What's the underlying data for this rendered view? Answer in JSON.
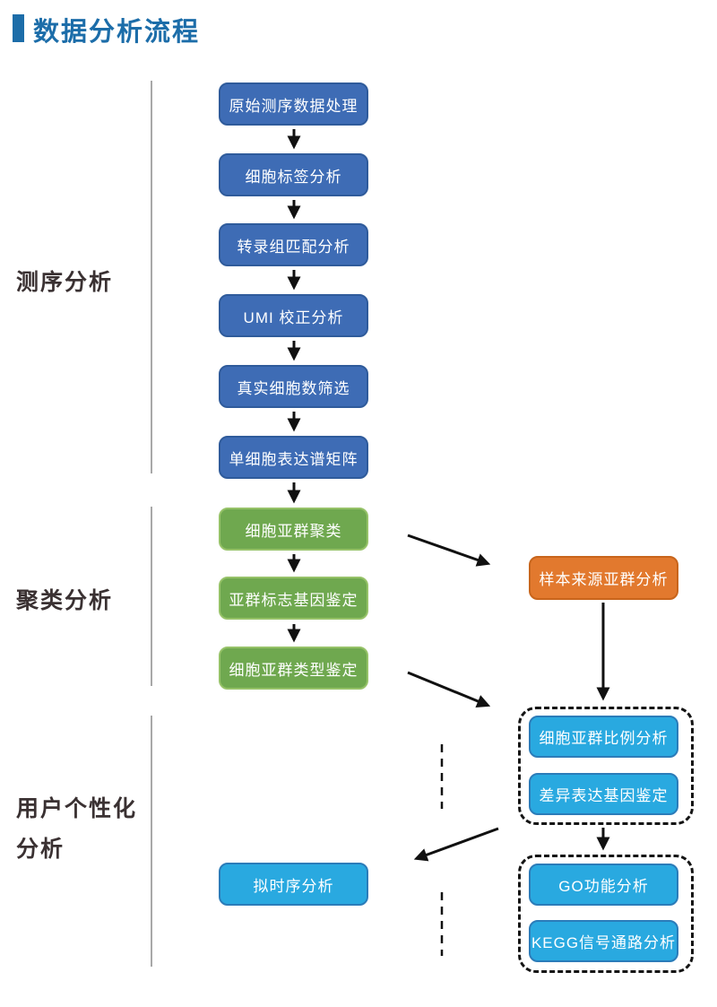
{
  "title": "数据分析流程",
  "colors": {
    "title_blue": "#1c6da9",
    "box_blue": "#3e6cb5",
    "box_blue_border": "#2f5b9b",
    "box_green": "#6fa84f",
    "box_green_border": "#96c268",
    "box_orange": "#e2792e",
    "box_orange_border": "#c8651c",
    "box_cyan": "#29a9e0",
    "box_cyan_border": "#2b7cb9",
    "section_label": "#3a3132",
    "divider_gray": "#a8a8a8",
    "arrow_black": "#111111"
  },
  "sections": [
    {
      "label": "测序分析"
    },
    {
      "label": "聚类分析"
    },
    {
      "label": "用户个性化",
      "label2": "分析"
    }
  ],
  "flow": {
    "sequencing": [
      "原始测序数据处理",
      "细胞标签分析",
      "转录组匹配分析",
      "UMI 校正分析",
      "真实细胞数筛选",
      "单细胞表达谱矩阵"
    ],
    "clustering": [
      "细胞亚群聚类",
      "亚群标志基因鉴定",
      "细胞亚群类型鉴定"
    ],
    "sample_source": "样本来源亚群分析",
    "deg_group": [
      "细胞亚群比例分析",
      "差异表达基因鉴定"
    ],
    "pseudotime": "拟时序分析",
    "enrichment_group": [
      "GO功能分析",
      "KEGG信号通路分析"
    ]
  }
}
